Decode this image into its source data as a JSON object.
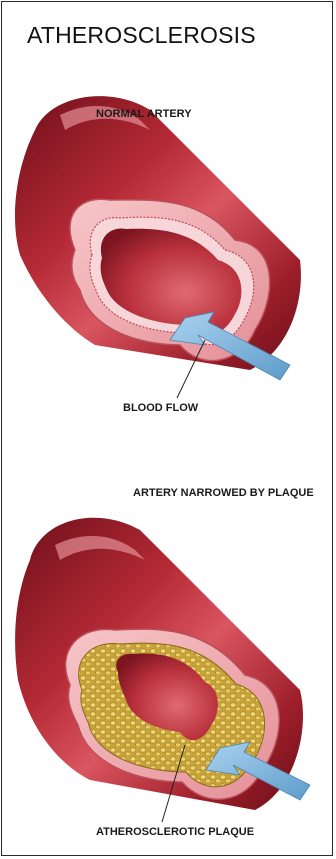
{
  "title": "ATHEROSCLEROSIS",
  "labels": {
    "normal_artery": "NORMAL ARTERY",
    "blood_flow": "BLOOD FLOW",
    "narrowed_artery": "ARTERY NARROWED BY PLAQUE",
    "plaque": "ATHEROSCLEROTIC PLAQUE"
  },
  "colors": {
    "artery_dark": "#7a1420",
    "artery_mid": "#b02a36",
    "artery_light": "#e07b83",
    "wall_pink": "#f2aeb3",
    "lumen": "#c23a44",
    "plaque": "#d9b84a",
    "arrow": "#7fb7dc"
  }
}
